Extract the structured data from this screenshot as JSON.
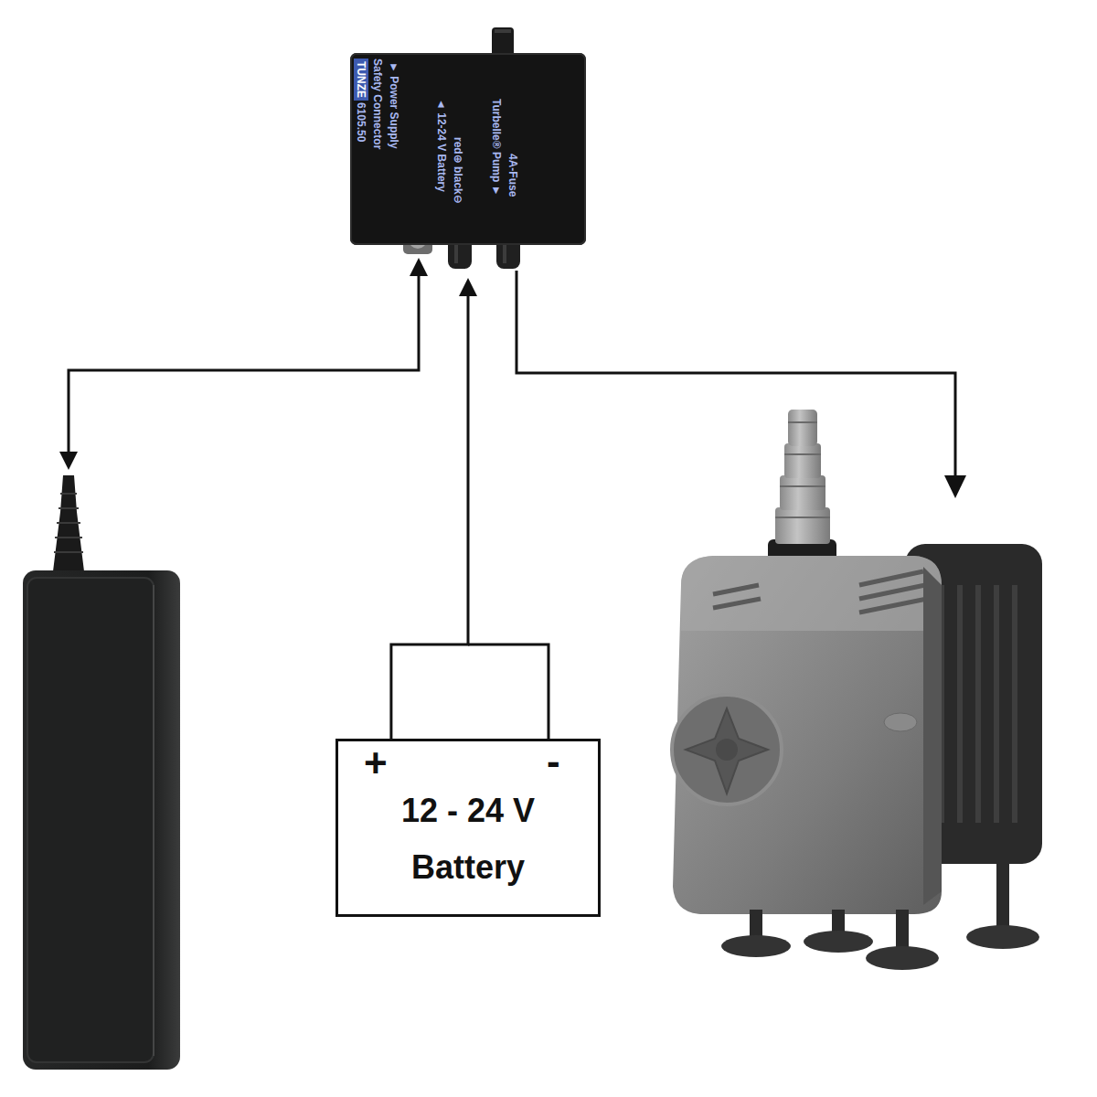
{
  "diagram": {
    "nodes": [
      {
        "text": [
          "TUNZE",
          "6105.50",
          "Safety Connector",
          "► Power Supply",
          "◄ 12-24 V Battery",
          "red⊕ black⊖",
          "Turbelle® Pump ►",
          "4A-Fuse"
        ]
      },
      {
        "text": [
          "+",
          "-",
          "12 - 24 V",
          "Battery"
        ]
      }
    ],
    "edges": [
      {
        "from": 1,
        "to": 0,
        "arrow": "to"
      }
    ]
  }
}
